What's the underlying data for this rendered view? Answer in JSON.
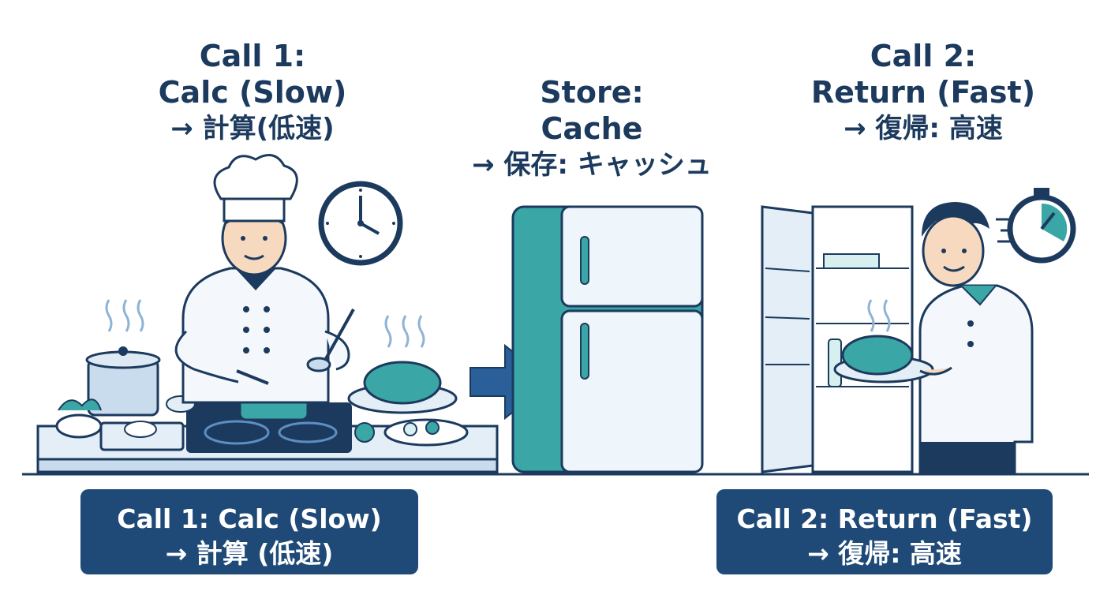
{
  "steps": {
    "call1": {
      "heading": [
        "Call 1:",
        "Calc (Slow)",
        "→ 計算(低速)"
      ],
      "label": [
        "Call 1: Calc (Slow)",
        "→ 計算 (低速)"
      ]
    },
    "store": {
      "heading": [
        "Store:",
        "Cache",
        "→ 保存: キャッシュ"
      ]
    },
    "call2": {
      "heading": [
        "Call 2:",
        "Return (Fast)",
        "→ 復帰: 高速"
      ],
      "label": [
        "Call 2: Return (Fast)",
        "→ 復帰: 高速"
      ]
    }
  },
  "colors": {
    "navy": "#1c3a5e",
    "teal": "#3aa6a6",
    "light_blue": "#e3eef7",
    "label_bg": "#1f4a78"
  },
  "icons": [
    "chef-icon",
    "clock-icon",
    "stove-icon",
    "pot-icon",
    "fridge-icon",
    "arrow-right-icon",
    "stopwatch-icon",
    "roast-chicken-icon"
  ]
}
